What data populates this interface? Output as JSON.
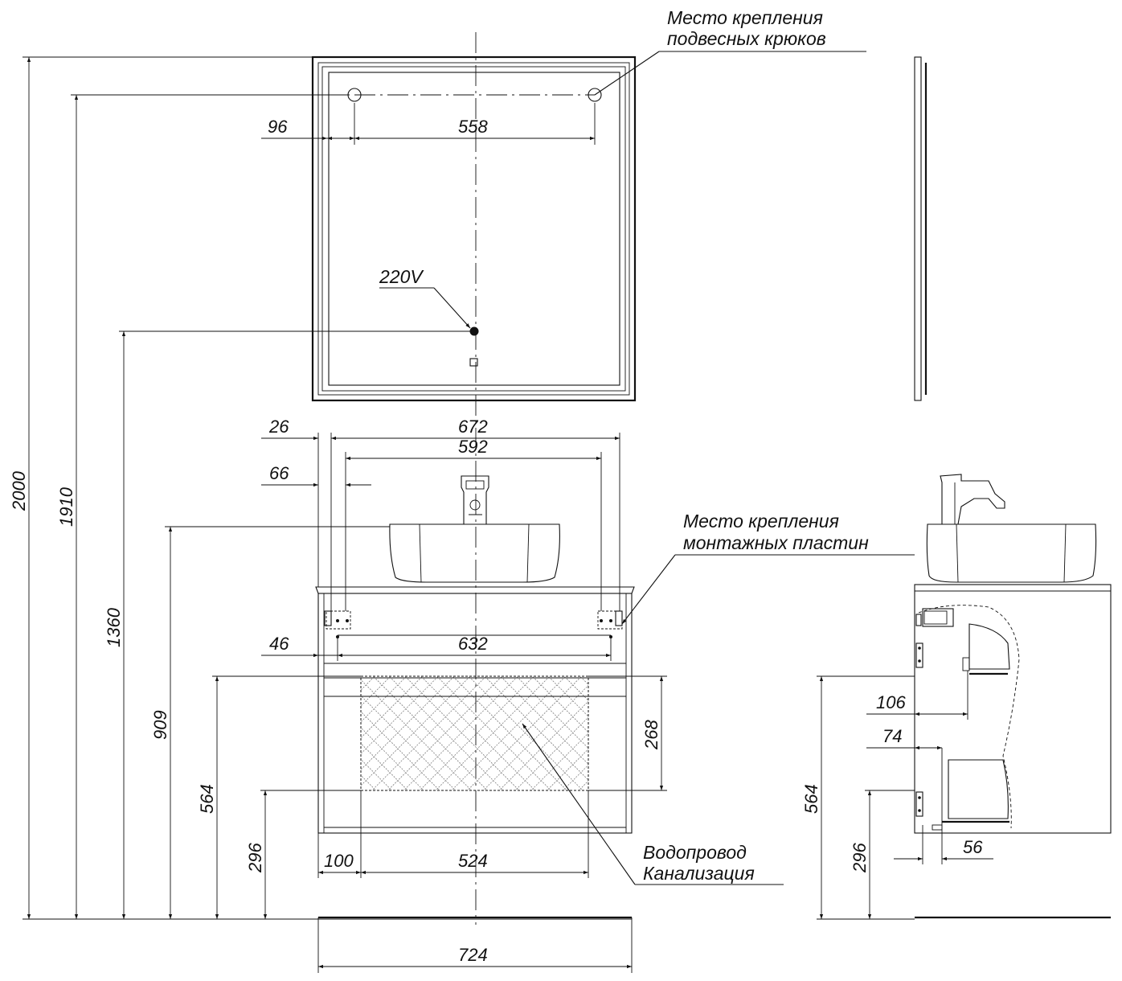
{
  "labels": {
    "hooks_line1": "Место крепления",
    "hooks_line2": "подвесных крюков",
    "voltage": "220V",
    "plates_line1": "Место крепления",
    "plates_line2": "монтажных пластин",
    "pipes_line1": "Водопровод",
    "pipes_line2": "Канализация"
  },
  "dimensions": {
    "mirror_offset": "96",
    "hook_spacing": "558",
    "top_offset": "26",
    "overall_width": "672",
    "inner_width": "592",
    "inner_offset": "66",
    "plate_offset": "46",
    "plate_spacing": "632",
    "pipe_offset": "100",
    "pipe_zone_width": "524",
    "base_width": "724",
    "total_height": "2000",
    "hook_height": "1910",
    "socket_height": "1360",
    "basin_height": "909",
    "zone_top": "564",
    "zone_bottom": "296",
    "zone_height": "268",
    "side_106": "106",
    "side_74": "74",
    "side_564": "564",
    "side_296": "296",
    "side_56": "56"
  }
}
